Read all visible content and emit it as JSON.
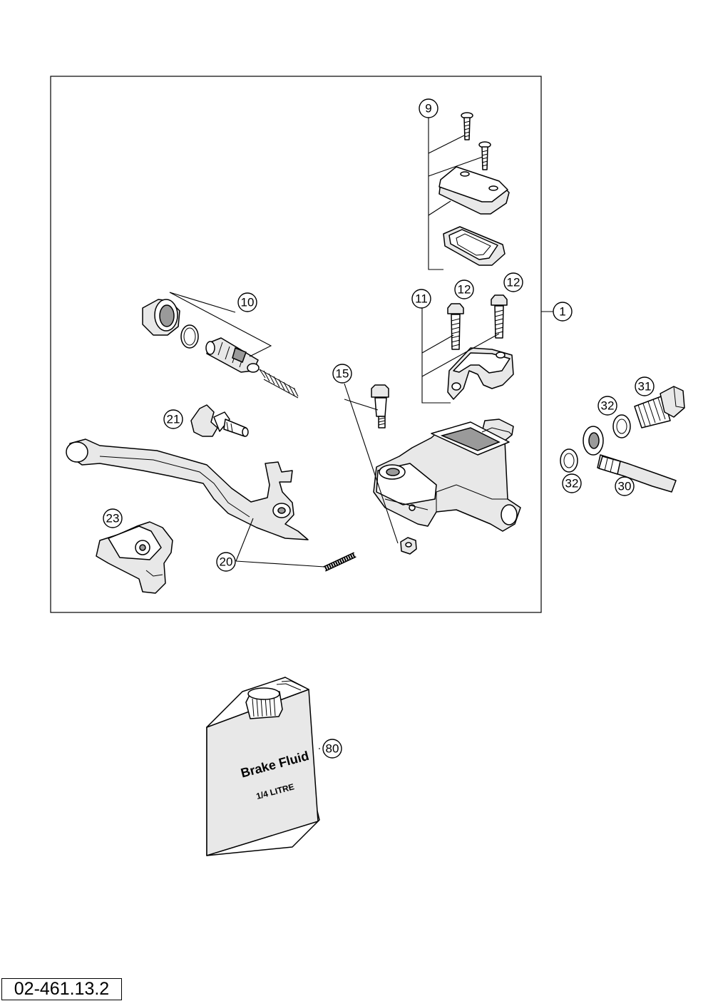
{
  "callouts": {
    "c1": "1",
    "c9": "9",
    "c10": "10",
    "c11": "11",
    "c12a": "12",
    "c12b": "12",
    "c15": "15",
    "c20": "20",
    "c21": "21",
    "c23": "23",
    "c30": "30",
    "c31": "31",
    "c32a": "32",
    "c32b": "32",
    "c80": "80"
  },
  "fluid_can": {
    "line1": "Brake Fluid",
    "line2": "1/4 LITRE"
  },
  "drawing_number": "02-461.13.2"
}
